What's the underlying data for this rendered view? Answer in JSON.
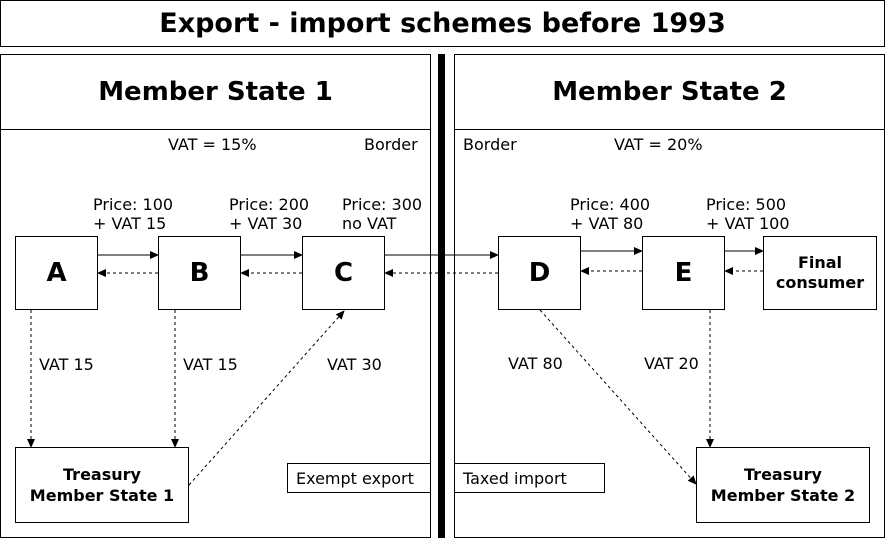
{
  "title": "Export - import schemes before  1993",
  "left": {
    "header": "Member State 1",
    "vat_rate": "VAT = 15%",
    "border": "Border",
    "prices": {
      "b": "Price: 100\n+ VAT 15",
      "c": "Price: 200\n+ VAT 30",
      "d": "Price: 300\nno VAT"
    },
    "nodes": {
      "a": "A",
      "b": "B",
      "c": "C"
    },
    "vat_flows": {
      "a": "VAT 15",
      "b": "VAT 15",
      "c": "VAT 30"
    },
    "treasury": "Treasury\nMember State 1",
    "tag": "Exempt export"
  },
  "right": {
    "header": "Member State 2",
    "vat_rate": "VAT = 20%",
    "border": "Border",
    "prices": {
      "e": "Price: 400\n+ VAT 80",
      "f": "Price: 500\n+ VAT 100"
    },
    "nodes": {
      "d": "D",
      "e": "E",
      "final": "Final\nconsumer"
    },
    "vat_flows": {
      "d": "VAT 80",
      "e": "VAT 20"
    },
    "treasury": "Treasury\nMember State 2",
    "tag": "Taxed import"
  }
}
